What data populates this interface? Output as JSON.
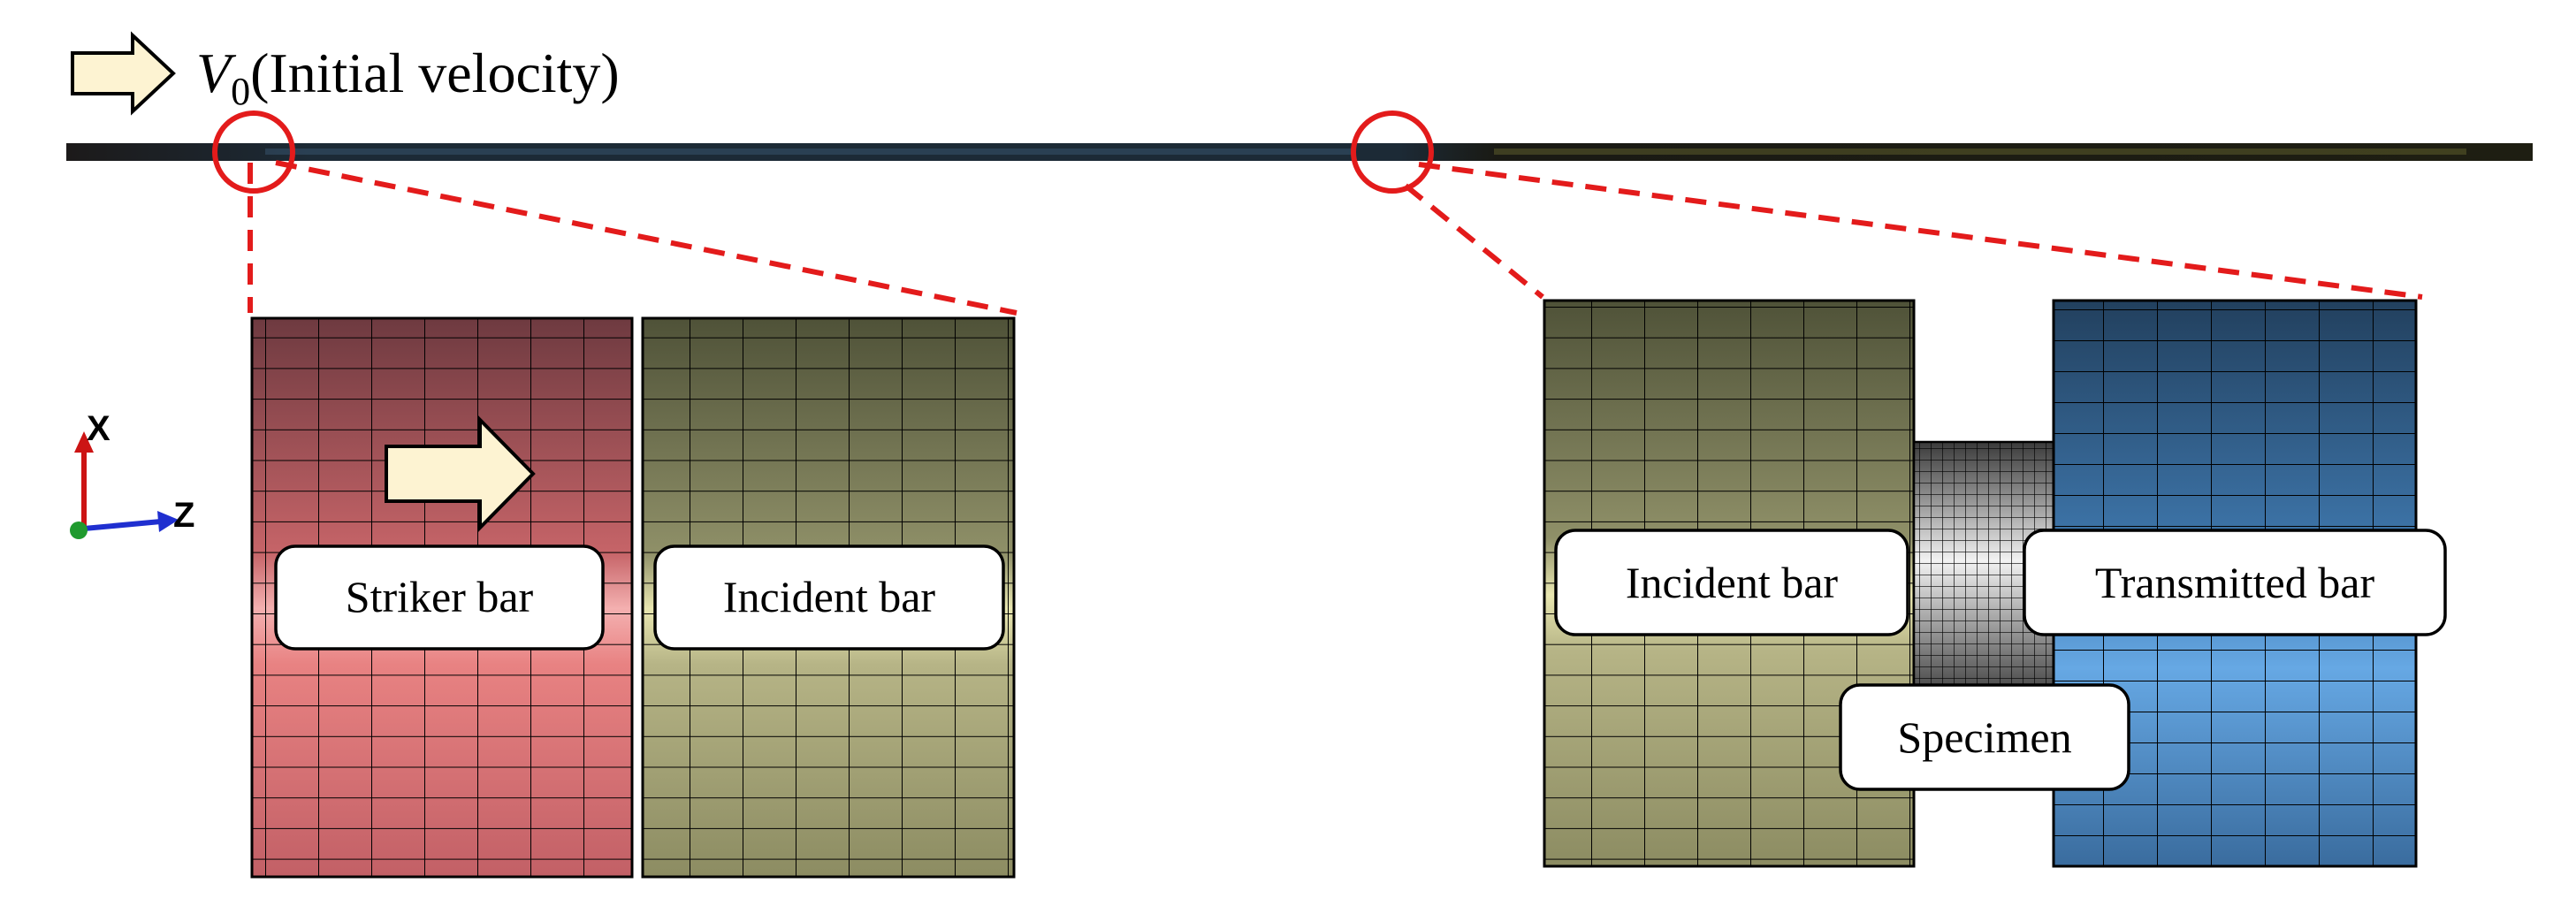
{
  "title": {
    "symbol": "V",
    "subscript": "0",
    "text": "(Initial velocity)"
  },
  "labels": {
    "striker_bar": "Striker bar",
    "incident_bar_left": "Incident bar",
    "incident_bar_right": "Incident bar",
    "transmitted_bar": "Transmitted bar",
    "specimen": "Specimen"
  },
  "axes": {
    "x": "X",
    "z": "Z"
  },
  "colors": {
    "striker_dark": "#6e3a40",
    "striker_mid": "#c06064",
    "striker_light": "#f4b0b0",
    "incident_dark": "#4f5238",
    "incident_mid": "#8f9068",
    "incident_light": "#e8e6b0",
    "transmitted_dark": "#22405e",
    "transmitted_mid": "#3f78ae",
    "transmitted_light": "#66a8e4",
    "specimen_dark": "#3a3a3a",
    "specimen_light": "#f2f2f2",
    "arrow_fill": "#fdf3d2",
    "callout_red": "#e31b1b",
    "x_axis": "#cc1414",
    "z_axis": "#1f2fd0",
    "origin": "#1f9a2e"
  },
  "icons": {
    "velocity_arrow": "hollow-right-arrow-icon",
    "motion_arrow": "right-block-arrow-icon",
    "axis_triad": "coordinate-triad-icon"
  }
}
